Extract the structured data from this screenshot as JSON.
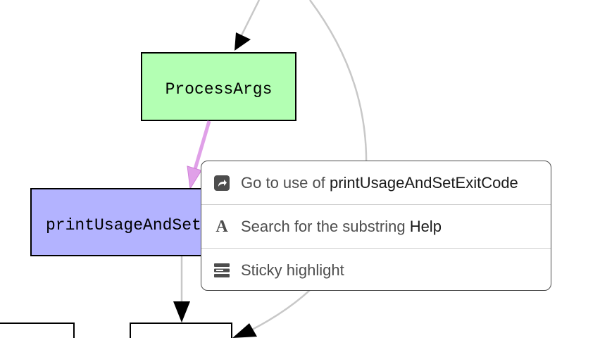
{
  "graph": {
    "nodes": [
      {
        "id": "process-args",
        "label": "ProcessArgs",
        "fill": "#b3ffb3"
      },
      {
        "id": "print-usage",
        "label": "printUsageAndSetExitCode",
        "fill": "#b3b3ff"
      },
      {
        "id": "bottom-left",
        "label": ""
      },
      {
        "id": "bottom-mid",
        "label": ""
      }
    ],
    "colors": {
      "edge": "#c8c8c8",
      "highlight_edge": "#e0a0e8",
      "node_border": "#000000"
    }
  },
  "context_menu": {
    "items": [
      {
        "icon": "goto-arrow-icon",
        "prefix": "Go to use of ",
        "target": "printUsageAndSetExitCode"
      },
      {
        "icon": "search-serif-a-icon",
        "prefix": "Search for the substring ",
        "target": "Help"
      },
      {
        "icon": "sticky-highlight-icon",
        "prefix": "Sticky highlight",
        "target": ""
      }
    ]
  }
}
